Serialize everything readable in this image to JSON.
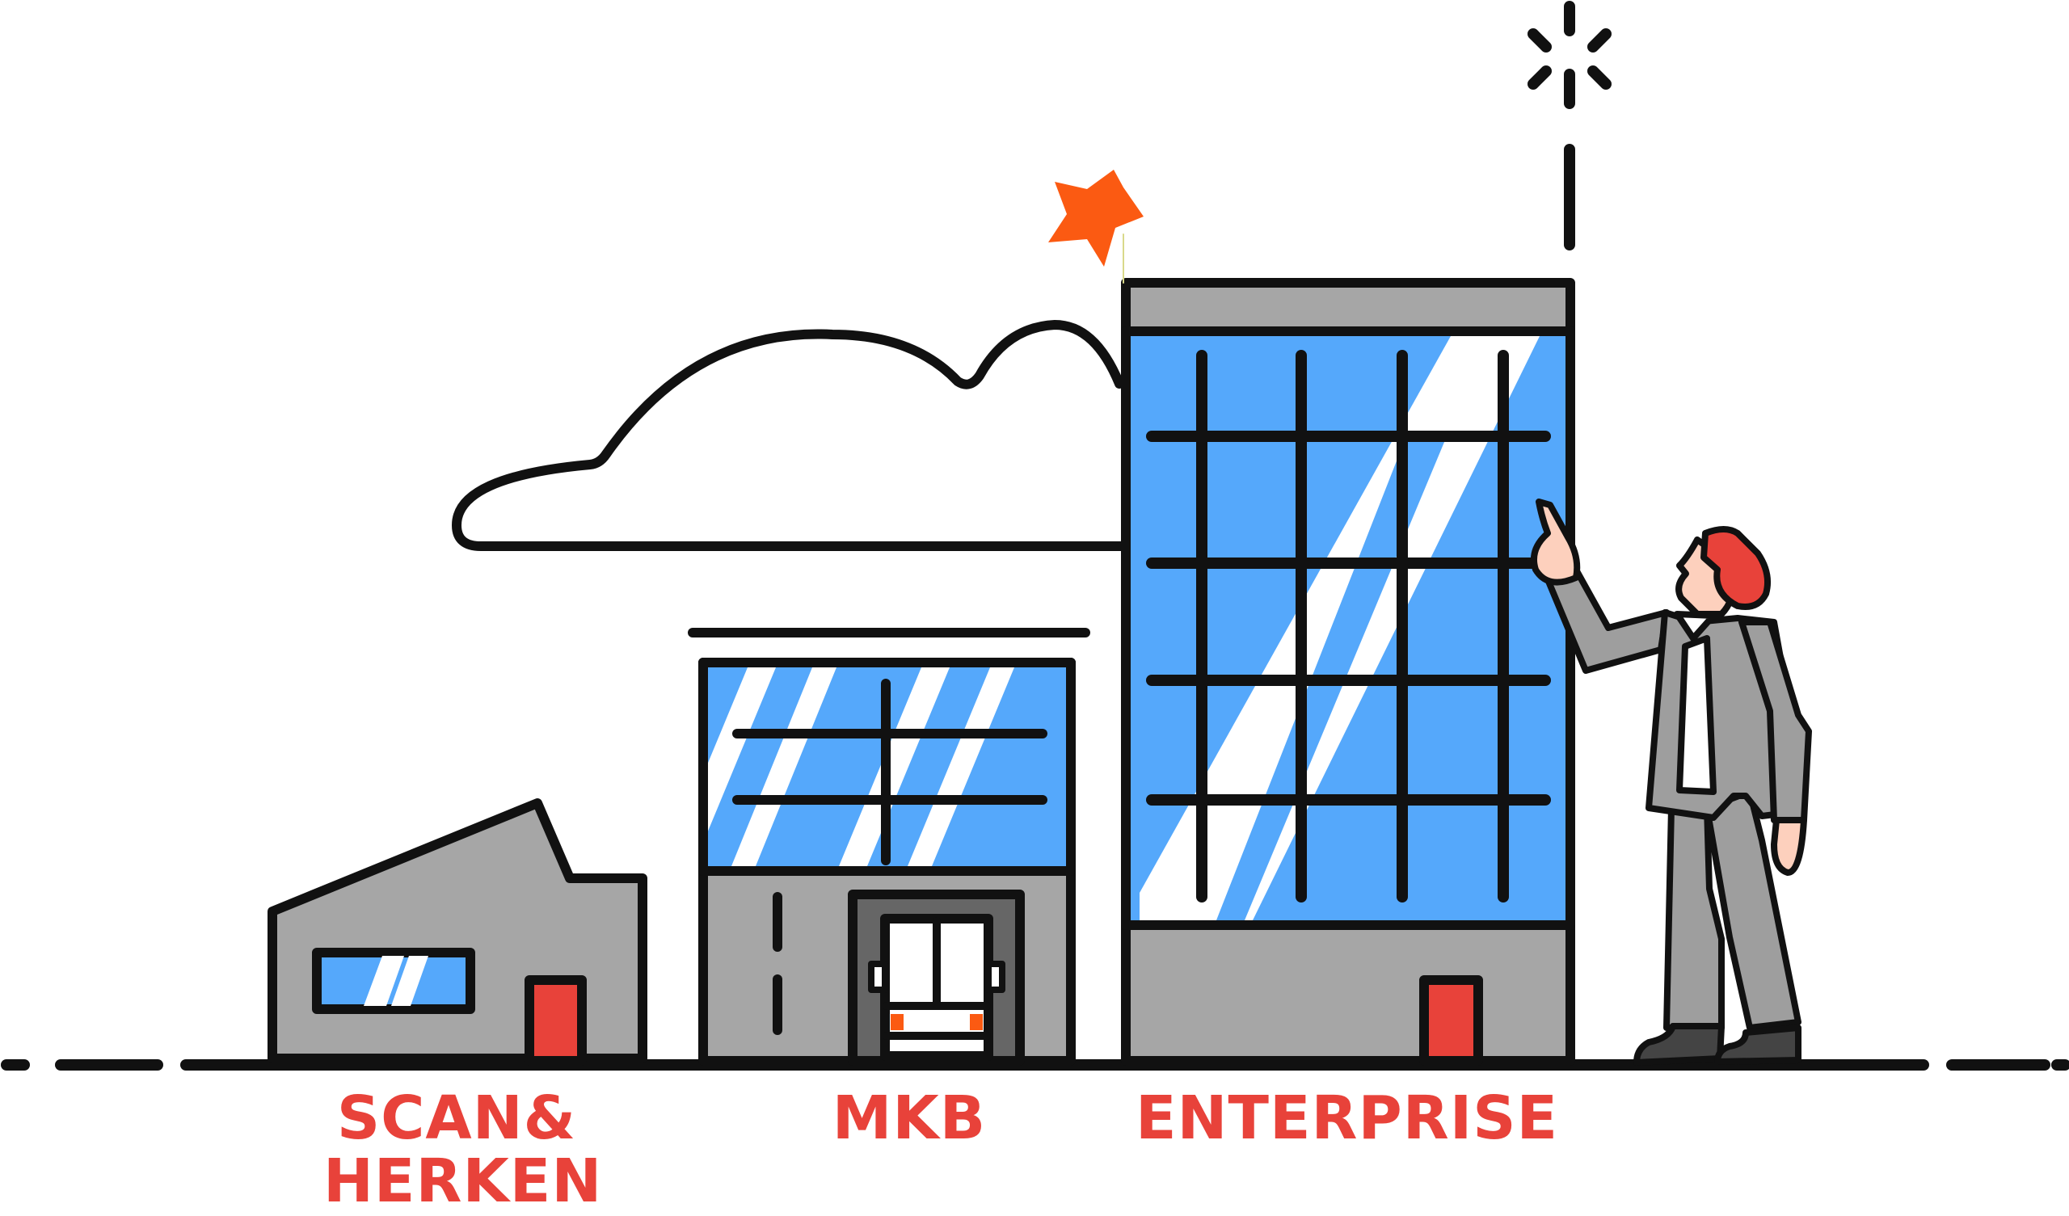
{
  "labels": {
    "scan_line1": "SCAN&",
    "scan_line2": "HERKEN",
    "mkb": "MKB",
    "enterprise": "ENTERPRISE"
  },
  "colors": {
    "label": "#e8423a",
    "outline": "#111111",
    "glass": "#55a8fb",
    "wall": "#a6a6a6",
    "door": "#e8423a",
    "star": "#fb5a12",
    "skin": "#fdd0bd",
    "suit": "#9e9e9e",
    "hair": "#e8423a"
  },
  "icons": {
    "sparkle": "sparkle-icon",
    "star": "star-icon",
    "cloud": "cloud-icon"
  }
}
